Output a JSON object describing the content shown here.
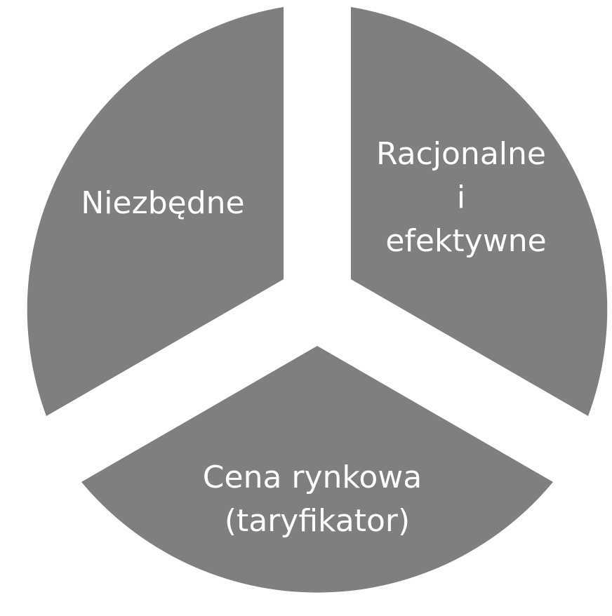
{
  "colors": {
    "background": "#ffffff",
    "segment_fill": "#7f7f7f",
    "label_text": "#ffffff"
  },
  "diagram": {
    "type": "segmented-cycle",
    "segments": [
      {
        "lines": [
          "Niezbędne"
        ]
      },
      {
        "lines": [
          "Racjonalne",
          "i",
          "efektywne"
        ]
      },
      {
        "lines": [
          "Cena rynkowa",
          "(taryfikator)"
        ]
      }
    ]
  }
}
